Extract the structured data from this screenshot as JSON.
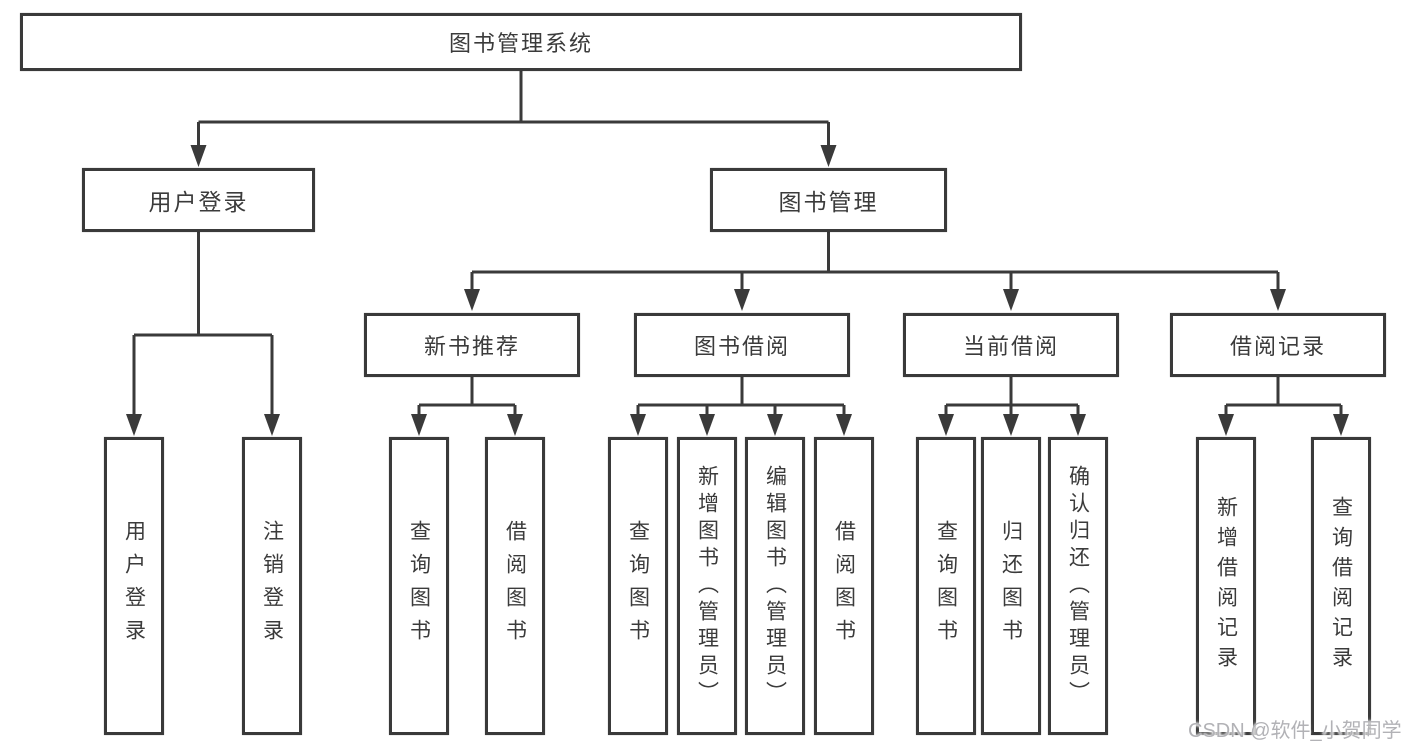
{
  "tree": {
    "label": "图书管理系统",
    "children": [
      {
        "label": "用户登录",
        "children": [
          {
            "label": "用户登录"
          },
          {
            "label": "注销登录"
          }
        ]
      },
      {
        "label": "图书管理",
        "children": [
          {
            "label": "新书推荐",
            "children": [
              {
                "label": "查询图书"
              },
              {
                "label": "借阅图书"
              }
            ]
          },
          {
            "label": "图书借阅",
            "children": [
              {
                "label": "查询图书"
              },
              {
                "label": "新增图书（管理员）"
              },
              {
                "label": "编辑图书（管理员）"
              },
              {
                "label": "借阅图书"
              }
            ]
          },
          {
            "label": "当前借阅",
            "children": [
              {
                "label": "查询图书"
              },
              {
                "label": "归还图书"
              },
              {
                "label": "确认归还（管理员）"
              }
            ]
          },
          {
            "label": "借阅记录",
            "children": [
              {
                "label": "新增借阅记录"
              },
              {
                "label": "查询借阅记录"
              }
            ]
          }
        ]
      }
    ]
  },
  "watermark": "CSDN @软件_小贺同学",
  "colors": {
    "line": "#3a3a3a",
    "text": "#3b3b3b",
    "background": "#ffffff",
    "watermark": "#b2b2b6"
  }
}
